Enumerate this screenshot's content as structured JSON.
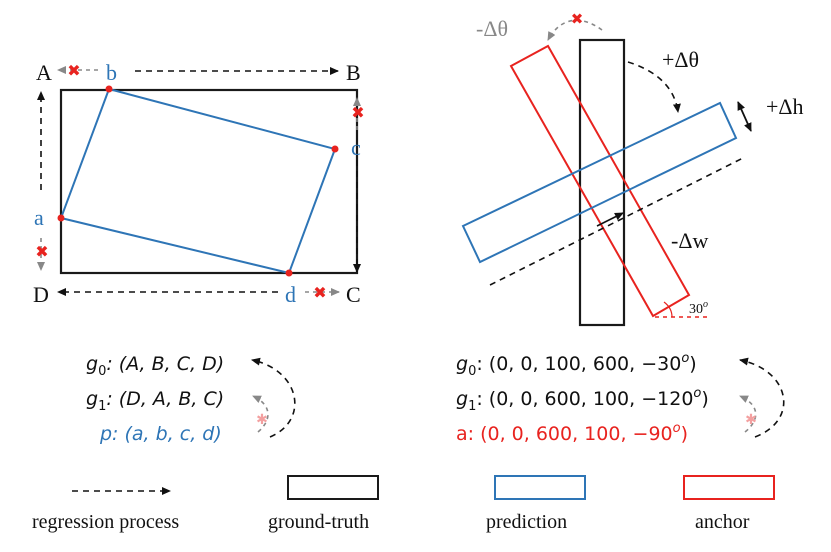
{
  "colors": {
    "ground_truth": "#1a1a1a",
    "prediction": "#2e75b6",
    "anchor": "#e8231f",
    "arrow": "#111111",
    "blocked": "#e8231f",
    "gray_arrow": "#888888"
  },
  "left_diagram": {
    "corners": {
      "A": "A",
      "B": "B",
      "C": "C",
      "D": "D"
    },
    "points": {
      "a": "a",
      "b": "b",
      "c": "c",
      "d": "d"
    },
    "equations": {
      "g0_label": "g",
      "g0_sub": "0",
      "g0_text": ": (A, B, C, D)",
      "g1_label": "g",
      "g1_sub": "1",
      "g1_text": ": (D, A, B, C)",
      "p_text": "p: (a, b, c, d)"
    }
  },
  "right_diagram": {
    "labels": {
      "minus_dtheta": "-Δθ",
      "plus_dtheta": "+Δθ",
      "plus_dh": "+Δh",
      "minus_dw": "-Δw",
      "angle": "30",
      "angle_sup": "o"
    },
    "equations": {
      "g0_label": "g",
      "g0_sub": "0",
      "g0_text": ": (0, 0, 100, 600, −30",
      "g0_sup": "o",
      "g0_end": ")",
      "g1_label": "g",
      "g1_sub": "1",
      "g1_text": ": (0, 0, 600, 100, −120",
      "g1_sup": "o",
      "g1_end": ")",
      "a_text": "a:  (0, 0, 600, 100, −90",
      "a_sup": "o",
      "a_end": ")"
    }
  },
  "legend": {
    "regression": "regression process",
    "ground_truth": "ground-truth",
    "prediction": "prediction",
    "anchor": "anchor"
  }
}
